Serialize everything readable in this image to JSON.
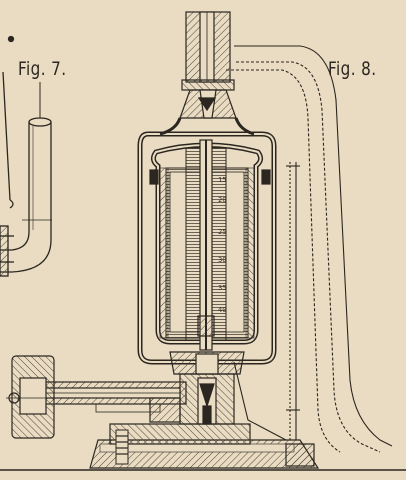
{
  "figures": {
    "fig7_label": "Fig. 7.",
    "fig8_label": "Fig. 8."
  },
  "scale_marks": [
    "15",
    "20",
    "25",
    "30",
    "35",
    "40"
  ],
  "colors": {
    "paper": "#e9dcc2",
    "ink": "#2b2620",
    "hatch": "#4a4238"
  }
}
